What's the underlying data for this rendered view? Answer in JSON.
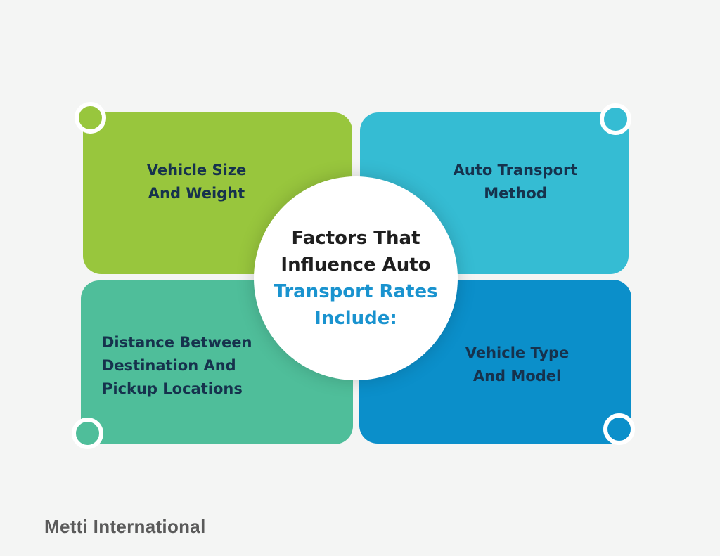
{
  "colors": {
    "background": "#f4f5f4",
    "green": "#98c63d",
    "cyan": "#35bcd3",
    "teal": "#4fbe9a",
    "blue": "#0b8fca",
    "text_dark": "#16324d",
    "accent_blue": "#1a93cf"
  },
  "factors": {
    "top_left": "Vehicle Size\nAnd Weight",
    "top_right": "Auto Transport\nMethod",
    "bottom_left": "Distance Between\nDestination And\nPickup Locations",
    "bottom_right": "Vehicle Type\nAnd Model"
  },
  "center": {
    "line1": "Factors That",
    "line2": "Influence Auto",
    "line3": "Transport Rates",
    "line4": "Include:"
  },
  "brand": "Metti International"
}
